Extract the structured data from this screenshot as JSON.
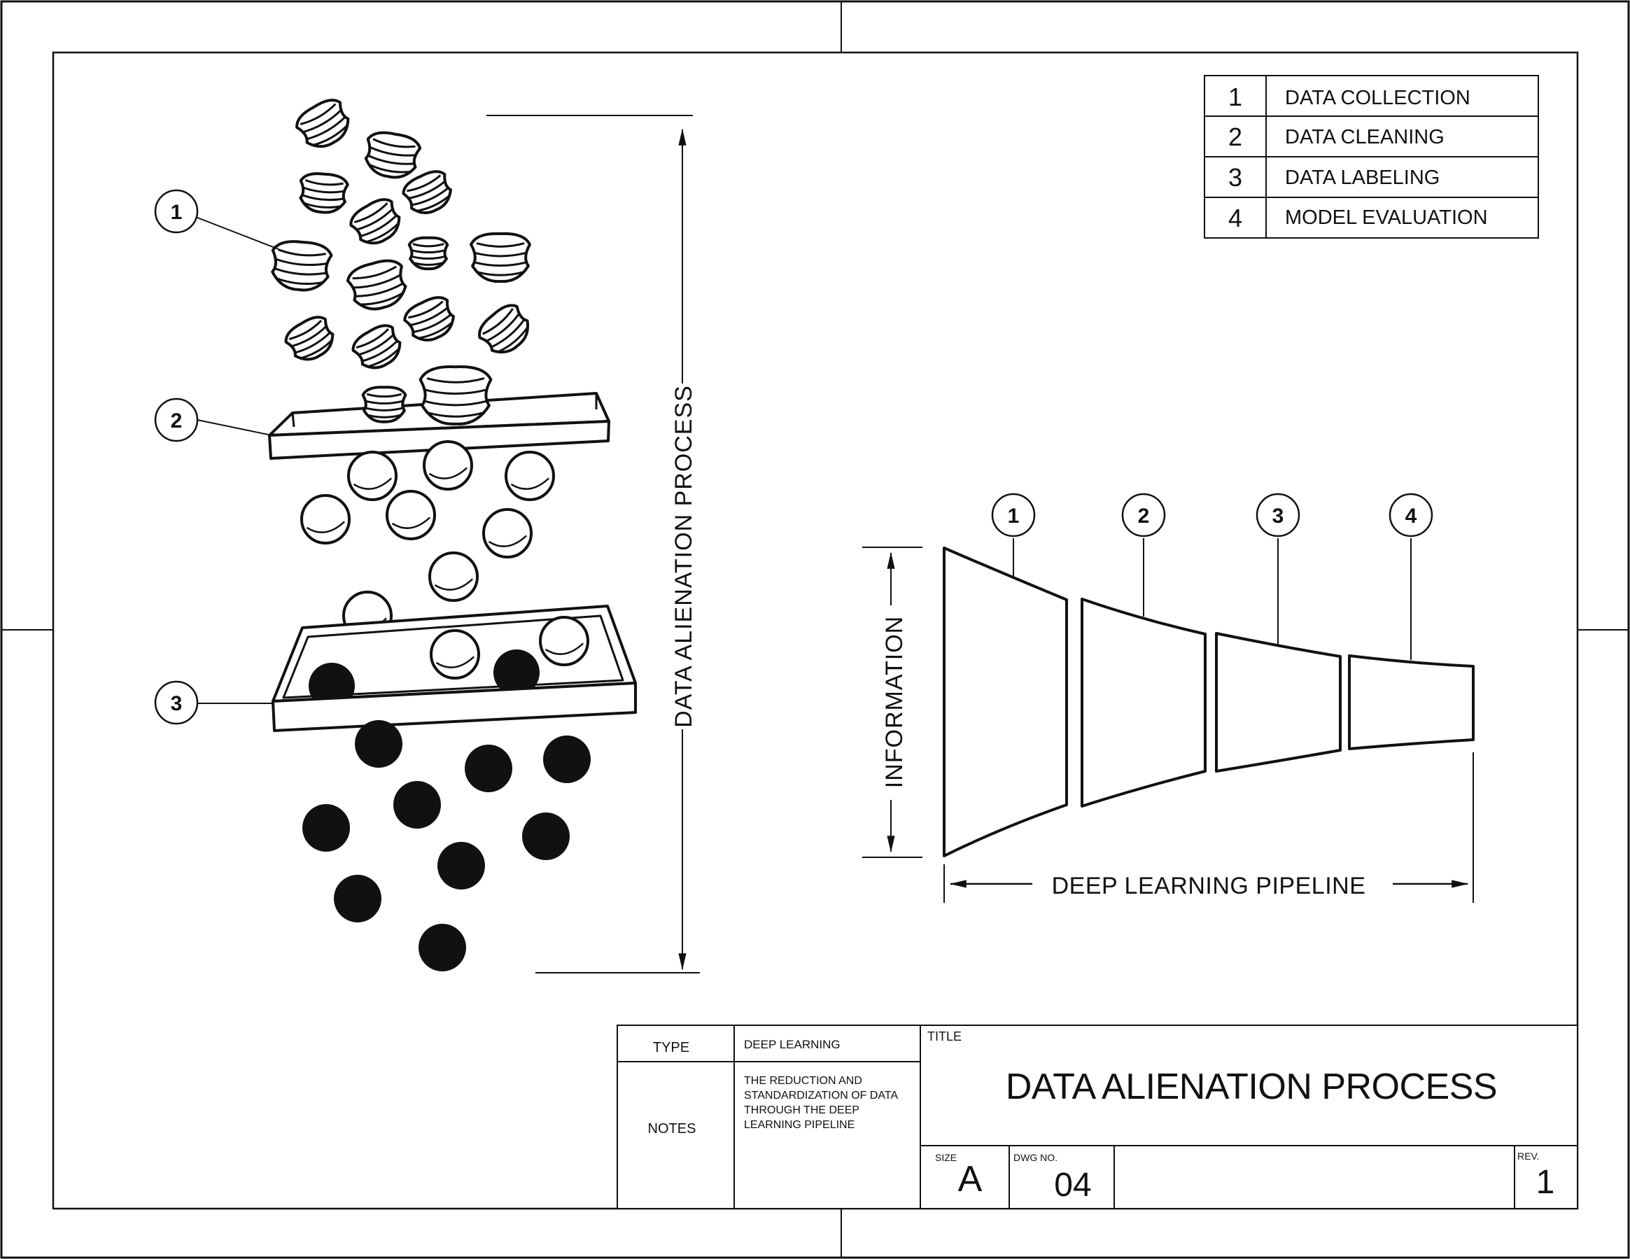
{
  "colors": {
    "ink": "#111111",
    "paper": "#ffffff"
  },
  "legend": [
    {
      "num": "1",
      "label": "DATA COLLECTION"
    },
    {
      "num": "2",
      "label": "DATA CLEANING"
    },
    {
      "num": "3",
      "label": "DATA LABELING"
    },
    {
      "num": "4",
      "label": "MODEL EVALUATION"
    }
  ],
  "left_callouts": [
    "1",
    "2",
    "3"
  ],
  "pipeline_callouts": [
    "1",
    "2",
    "3",
    "4"
  ],
  "vertical_dimension_label": "DATA ALIENATION PROCESS",
  "pipeline": {
    "axis_label": "INFORMATION",
    "dimension_label": "DEEP LEARNING PIPELINE"
  },
  "title_block": {
    "type_label": "TYPE",
    "type_value": "DEEP LEARNING",
    "notes_label": "NOTES",
    "notes_lines": [
      "THE REDUCTION AND",
      "STANDARDIZATION OF DATA",
      "THROUGH THE DEEP",
      "LEARNING PIPELINE"
    ],
    "title_label": "TITLE",
    "title": "DATA ALIENATION PROCESS",
    "size_label": "SIZE",
    "size_value": "A",
    "dwg_label": "DWG NO.",
    "dwg_value": "04",
    "rev_label": "REV.",
    "rev_value": "1"
  }
}
